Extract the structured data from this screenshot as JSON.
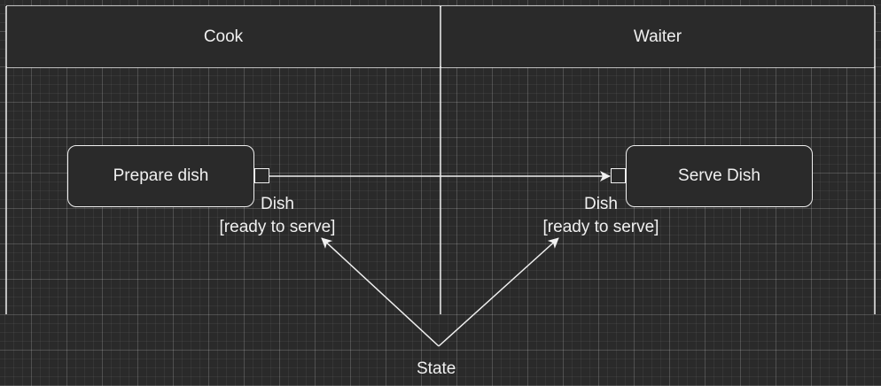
{
  "lanes": {
    "left": {
      "title": "Cook"
    },
    "right": {
      "title": "Waiter"
    }
  },
  "actions": {
    "prepare": {
      "label": "Prepare dish"
    },
    "serve": {
      "label": "Serve Dish"
    }
  },
  "pins": {
    "output": {
      "name": "Dish",
      "state": "[ready to serve]"
    },
    "input": {
      "name": "Dish",
      "state": "[ready to serve]"
    }
  },
  "annotation": {
    "label": "State"
  },
  "colors": {
    "background": "#2a2a2a",
    "stroke": "#f0f0f0",
    "text": "#f0f0f0"
  }
}
